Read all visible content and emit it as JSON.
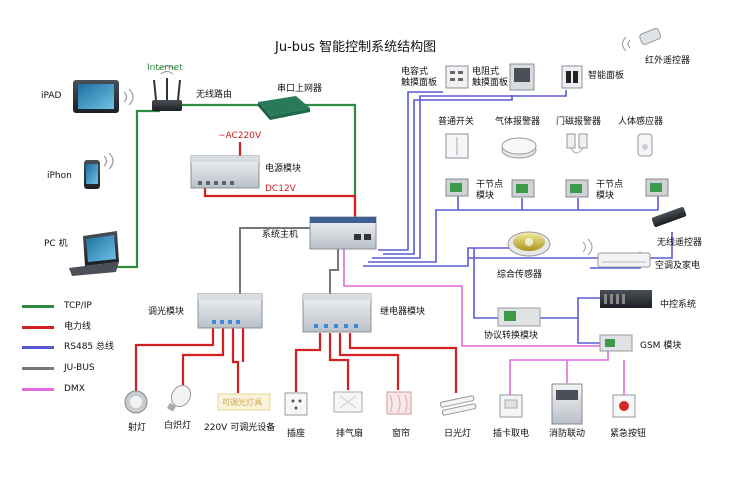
{
  "title": "Ju-bus 智能控制系统结构图",
  "colors": {
    "tcpip": "#2e8b3e",
    "power": "#d21f1f",
    "rs485": "#5a5ad6",
    "jubus": "#777777",
    "dmx": "#e06be0"
  },
  "labels": {
    "internet": "Internet",
    "ipad": "iPAD",
    "iphone": "iPhon",
    "pc": "PC 机",
    "router": "无线路由",
    "serial_gateway": "串口上网器",
    "ac220v": "~AC220V",
    "power_module": "电源模块",
    "dc12v": "DC12V",
    "system_host": "系统主机",
    "capacitive_panel": "电容式\n触摸面板",
    "resistive_panel": "电阻式\n触摸面板",
    "smart_panel": "智能面板",
    "ir_remote": "红外遥控器",
    "normal_switch": "普通开关",
    "gas_alarm": "气体报警器",
    "door_alarm": "门磁报警器",
    "body_sensor": "人体感应器",
    "dry_contact_1": "干节点\n模块",
    "dry_contact_2": "干节点\n模块",
    "wireless_remote": "无线遥控器",
    "ac_appliance": "空调及家电",
    "combined_sensor": "综合传感器",
    "central_control": "中控系统",
    "protocol_converter": "协议转换模块",
    "gsm_module": "GSM 模块",
    "dimmer_module": "调光模块",
    "relay_module": "继电器模块",
    "spotlight": "射灯",
    "incandescent": "白炽灯",
    "dimmable_device": "220V 可调光设备",
    "dimmable_box_text": "可调光灯具",
    "socket": "插座",
    "exhaust_fan": "排气扇",
    "curtain": "窗帘",
    "fluorescent": "日光灯",
    "card_power": "插卡取电",
    "fire_link": "消防联动",
    "emergency_button": "紧急按钮"
  },
  "legend": [
    {
      "label": "TCP/IP",
      "color": "#2e8b3e"
    },
    {
      "label": "电力线",
      "color": "#d21f1f"
    },
    {
      "label": "RS485 总线",
      "color": "#5a5ad6"
    },
    {
      "label": "JU-BUS",
      "color": "#777777"
    },
    {
      "label": "DMX",
      "color": "#e06be0"
    }
  ]
}
